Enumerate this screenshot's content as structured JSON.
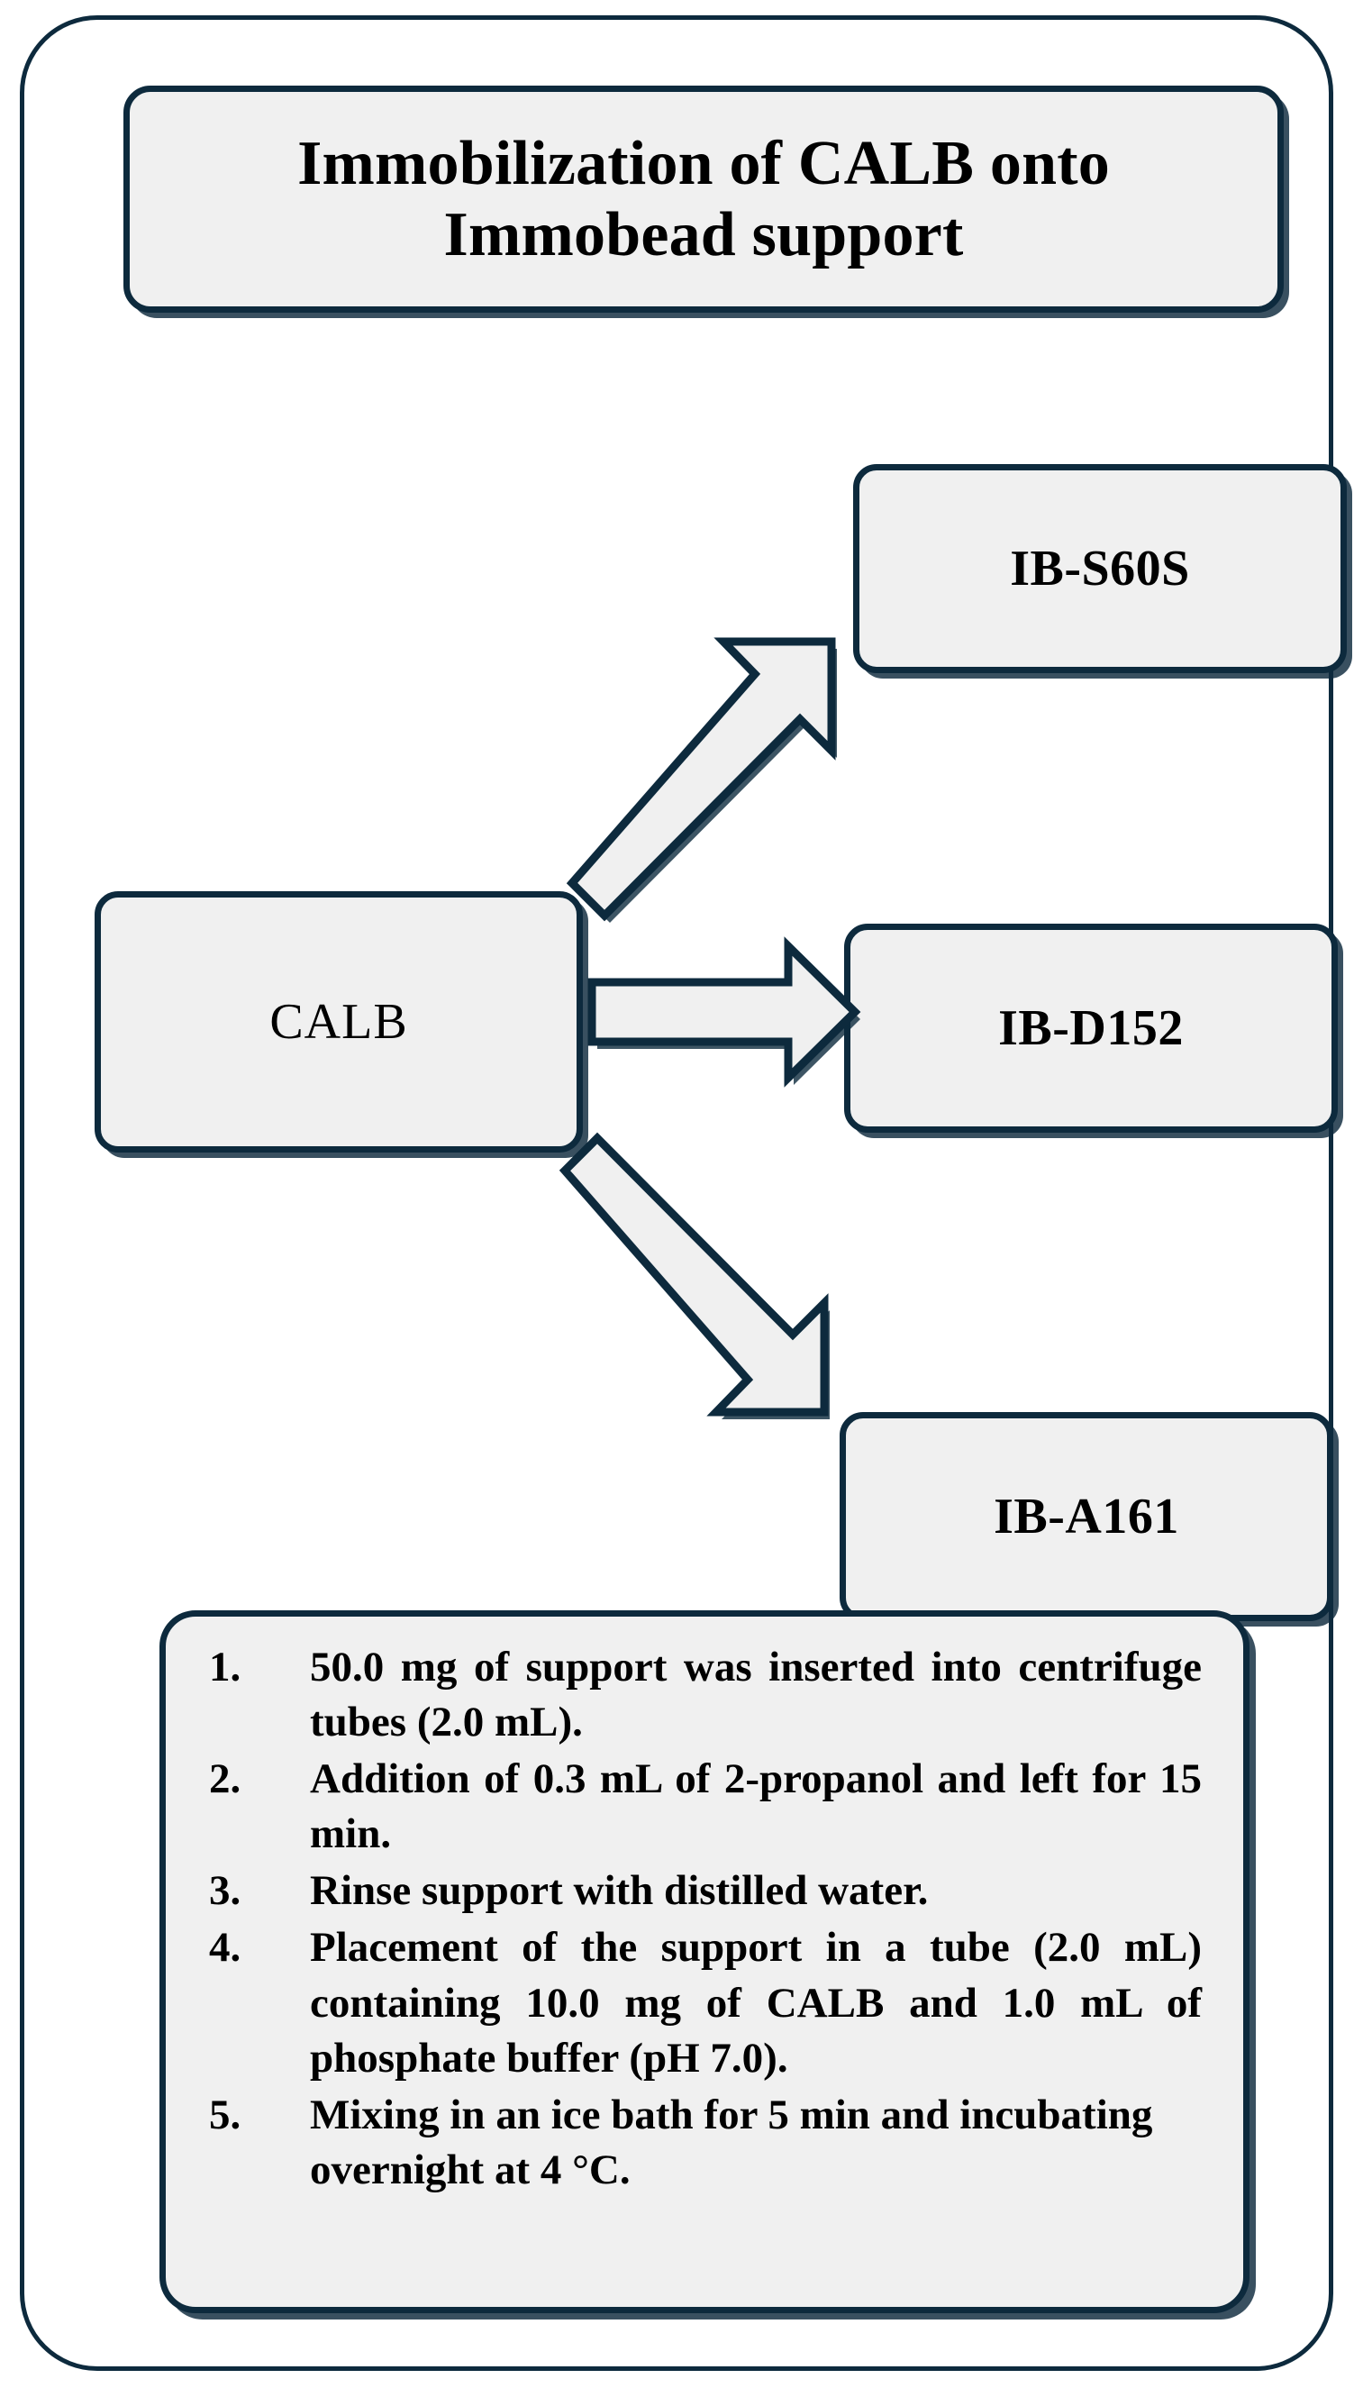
{
  "diagram": {
    "title": "Immobilization of CALB onto Immobead support",
    "source_node": {
      "label": "CALB"
    },
    "product_nodes": [
      {
        "label": "IB-S60S"
      },
      {
        "label": "IB-D152"
      },
      {
        "label": "IB-A161"
      }
    ],
    "arrows": [
      {
        "name": "arrow-up-right",
        "from": "CALB",
        "to": "IB-S60S"
      },
      {
        "name": "arrow-right",
        "from": "CALB",
        "to": "IB-D152"
      },
      {
        "name": "arrow-down-right",
        "from": "CALB",
        "to": "IB-A161"
      }
    ],
    "procedure": {
      "steps": [
        "50.0 mg of support was inserted into centrifuge tubes (2.0 mL).",
        "Addition of 0.3 mL of 2-propanol and left for 15 min.",
        "Rinse support with distilled water.",
        "Placement of the support in a tube (2.0 mL) containing 10.0 mg of CALB and 1.0 mL of phosphate buffer (pH 7.0).",
        "Mixing in an ice bath for 5 min and incubating overnight at 4 °C."
      ]
    },
    "colors": {
      "stroke": "#0d2a3d",
      "box_fill": "#f0f0f0",
      "page_background": "#ffffff",
      "text": "#000000"
    }
  }
}
